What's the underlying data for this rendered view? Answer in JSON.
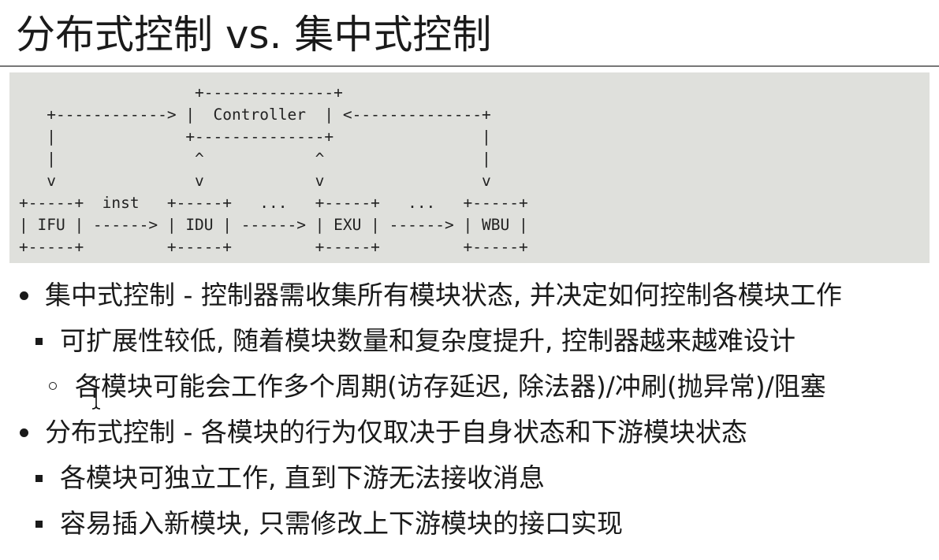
{
  "slide": {
    "title": "分布式控制 vs. 集中式控制"
  },
  "diagram": {
    "ascii_art": "                   +--------------+\n   +------------> |  Controller  | <--------------+\n   |              +--------------+                |\n   |               ^            ^                 |\n   v               v            v                 v\n+-----+  inst   +-----+   ...   +-----+   ...   +-----+\n| IFU | ------> | IDU | ------> | EXU | ------> | WBU |\n+-----+         +-----+         +-----+         +-----+"
  },
  "bullets": [
    {
      "level": 1,
      "text": "集中式控制 - 控制器需收集所有模块状态, 并决定如何控制各模块工作"
    },
    {
      "level": 2,
      "text": "可扩展性较低, 随着模块数量和复杂度提升, 控制器越来越难设计"
    },
    {
      "level": 3,
      "text": "各模块可能会工作多个周期(访存延迟, 除法器)/冲刷(抛异常)/阻塞"
    },
    {
      "level": 1,
      "text": "分布式控制 - 各模块的行为仅取决于自身状态和下游模块状态"
    },
    {
      "level": 2,
      "text": "各模块可独立工作, 直到下游无法接收消息"
    },
    {
      "level": 2,
      "text": "容易插入新模块, 只需修改上下游模块的接口实现"
    }
  ]
}
